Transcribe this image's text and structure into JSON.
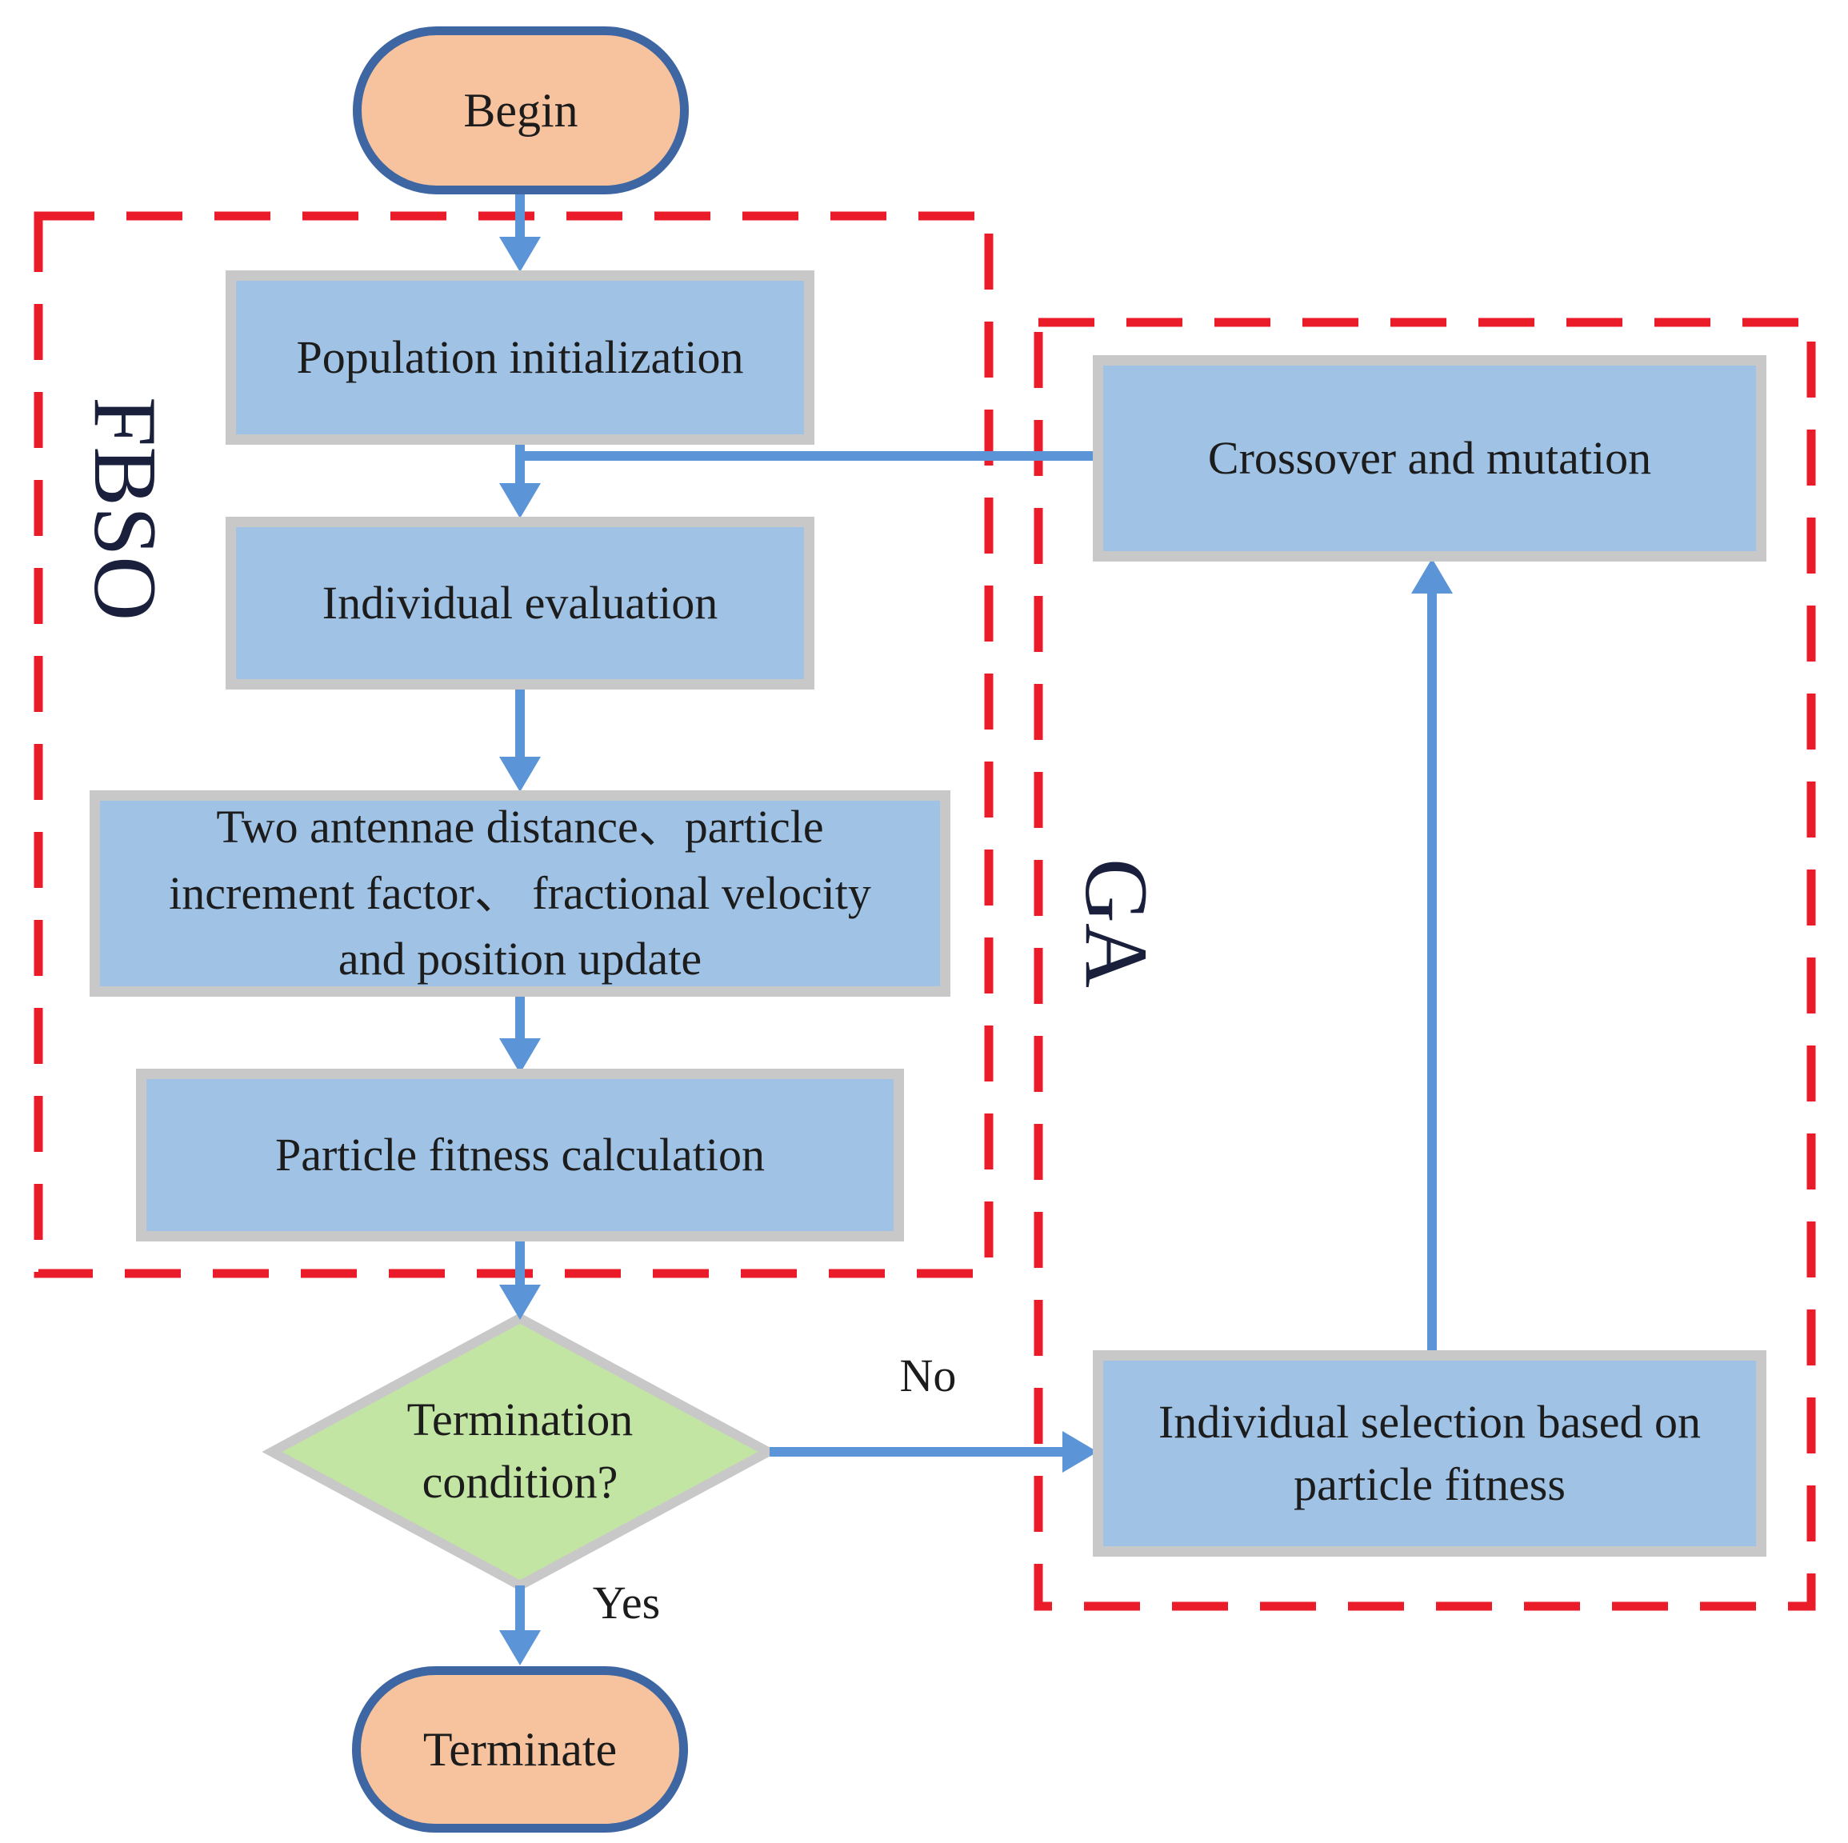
{
  "nodes": {
    "begin": "Begin",
    "init": "Population initialization",
    "eval": "Individual evaluation",
    "update_line1": "Two antennae distance、particle",
    "update_line2": "increment factor、 fractional velocity",
    "update_line3": "and position update",
    "fitness": "Particle fitness calculation",
    "decision_line1": "Termination",
    "decision_line2": "condition?",
    "terminate": "Terminate",
    "crossover": "Crossover and mutation",
    "selection_line1": "Individual selection based on",
    "selection_line2": "particle fitness"
  },
  "groups": {
    "fbso": "FBSO",
    "ga": "GA"
  },
  "edges": {
    "no": "No",
    "yes": "Yes"
  },
  "colors": {
    "process_fill": "#9fc2e5",
    "process_border": "#c8c8c8",
    "terminal_fill": "#f6c39e",
    "terminal_border": "#3e66a2",
    "decision_fill": "#c3e5a3",
    "arrow": "#5b95d8",
    "group_border": "#ea1c2a"
  }
}
